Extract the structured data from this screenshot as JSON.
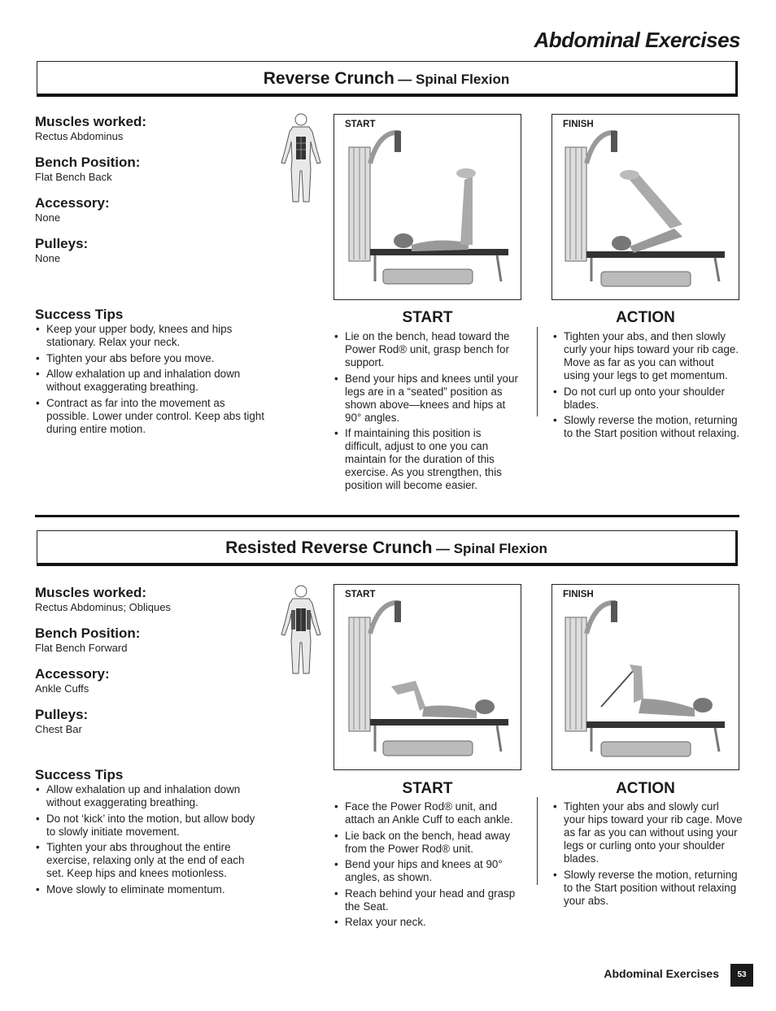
{
  "page": {
    "title": "Abdominal Exercises",
    "footer_label": "Abdominal Exercises",
    "page_number": "53"
  },
  "exercises": [
    {
      "name": "Reverse Crunch",
      "subtitle": "— Spinal Flexion",
      "info": [
        {
          "label": "Muscles worked:",
          "value": "Rectus Abdominus"
        },
        {
          "label": "Bench Position:",
          "value": "Flat Bench Back"
        },
        {
          "label": "Accessory:",
          "value": "None"
        },
        {
          "label": "Pulleys:",
          "value": "None"
        }
      ],
      "success_tips_title": "Success Tips",
      "success_tips": [
        "Keep your upper body, knees and hips stationary. Relax your neck.",
        "Tighten your abs before you move.",
        "Allow exhalation up and inhalation down without exaggerating breathing.",
        "Contract as far into the movement as possible. Lower under control. Keep abs tight during entire motion."
      ],
      "start_tag": "START",
      "finish_tag": "FINISH",
      "start_heading": "START",
      "start_steps": [
        "Lie on the bench, head toward the Power Rod® unit, grasp bench for support.",
        "Bend your hips and knees until your legs are in a “seated” position as shown above—knees and hips at 90° angles.",
        "If maintaining this position is difficult, adjust to one you can maintain for the duration of this exercise. As you strengthen, this position will become easier."
      ],
      "action_heading": "ACTION",
      "action_steps": [
        "Tighten your abs, and then slowly curly your hips toward your rib cage. Move as far as you can without using your legs to get momentum.",
        "Do not curl up onto your shoulder blades.",
        "Slowly reverse the motion, returning to the Start position without relaxing."
      ]
    },
    {
      "name": "Resisted Reverse Crunch",
      "subtitle": "— Spinal Flexion",
      "info": [
        {
          "label": "Muscles worked:",
          "value": "Rectus Abdominus; Obliques"
        },
        {
          "label": "Bench Position:",
          "value": "Flat Bench Forward"
        },
        {
          "label": "Accessory:",
          "value": "Ankle Cuffs"
        },
        {
          "label": "Pulleys:",
          "value": "Chest Bar"
        }
      ],
      "success_tips_title": "Success Tips",
      "success_tips": [
        "Allow exhalation up and inhalation down without exaggerating breathing.",
        "Do not ‘kick’ into the motion, but allow body to slowly initiate movement.",
        "Tighten your abs throughout the entire exercise, relaxing only at the end of each set. Keep hips and knees motionless.",
        "Move slowly to eliminate momentum."
      ],
      "start_tag": "START",
      "finish_tag": "FINISH",
      "start_heading": "START",
      "start_steps": [
        "Face the Power Rod® unit, and attach an Ankle Cuff to each ankle.",
        "Lie back on the bench, head away from the Power Rod® unit.",
        "Bend your hips and knees at 90° angles, as shown.",
        "Reach behind your head and grasp the Seat.",
        "Relax your neck."
      ],
      "action_heading": "ACTION",
      "action_steps": [
        "Tighten your abs and slowly curl your hips toward your rib cage. Move as far as you can without using your legs or curling onto your shoulder blades.",
        "Slowly reverse the motion, returning to the Start position without relaxing your abs."
      ]
    }
  ]
}
